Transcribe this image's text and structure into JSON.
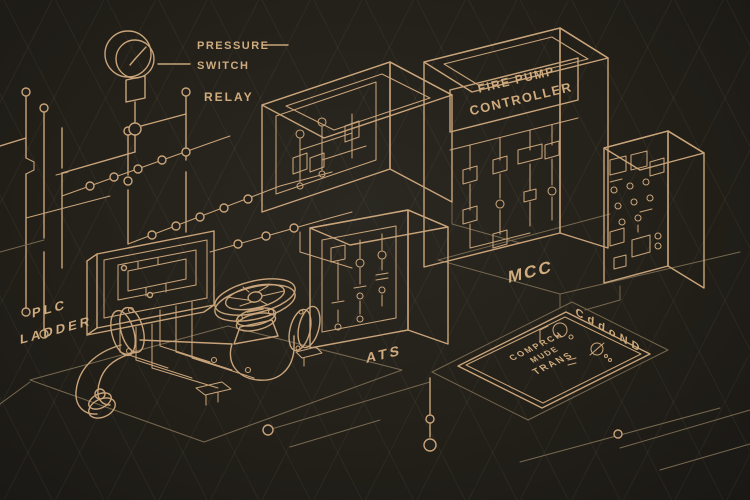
{
  "colors": {
    "background": "#25221d",
    "line": "#c9a47a",
    "dim": "#76684f",
    "text": "#cfab7e"
  },
  "labels": {
    "pressure_switch_line1": "PRESSURE",
    "pressure_switch_line2": "SWITCH",
    "relay": "RELAY",
    "plc_line1": "PLC",
    "plc_line2": "LADDER",
    "ats": "ATS",
    "mcc": "MCC",
    "fire_pump_line1": "FIRE PUMP",
    "fire_pump_line2": "CONTROLLER",
    "legend_title": "CddoND",
    "legend_row1": "COMPRCH",
    "legend_row2": "MUDE",
    "legend_row3": "TRANS"
  },
  "components": [
    "pressure-gauge",
    "relay-cabinet",
    "fire-pump-controller-cabinet",
    "plc-ladder-panel",
    "ats-cabinet",
    "mcc-aux-cabinet",
    "gate-valve",
    "legend-plate",
    "circuit-traces",
    "floor-lines"
  ]
}
